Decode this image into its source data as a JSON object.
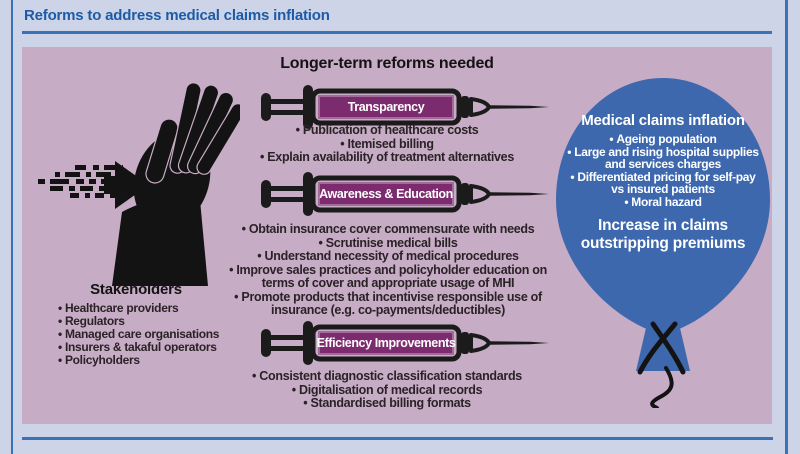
{
  "title": "Reforms to address medical claims inflation",
  "stakeholders": {
    "heading": "Stakeholders",
    "items": [
      "Healthcare providers",
      "Regulators",
      "Managed care organisations",
      "Insurers & takaful operators",
      "Policyholders"
    ]
  },
  "reforms": {
    "heading": "Longer-term reforms needed",
    "sections": [
      {
        "label": "Transparency",
        "bullets": [
          "Publication of healthcare costs",
          "Itemised billing",
          "Explain availability of treatment alternatives"
        ]
      },
      {
        "label": "Awareness & Education",
        "bullets": [
          "Obtain insurance cover commensurate with needs",
          "Scrutinise medical bills",
          "Understand necessity of medical procedures",
          "Improve sales practices and policyholder education on terms of cover and appropriate usage of MHI",
          "Promote products that incentivise responsible use of insurance (e.g. co-payments/deductibles)"
        ]
      },
      {
        "label": "Efficiency Improvements",
        "bullets": [
          "Consistent diagnostic classification standards",
          "Digitalisation of medical records",
          "Standardised billing formats"
        ]
      }
    ]
  },
  "balloon": {
    "heading": "Medical claims inflation",
    "bullets": [
      "Ageing population",
      "Large and rising hospital supplies and services charges",
      "Differentiated pricing for self-pay vs insured patients",
      "Moral hazard"
    ],
    "footer": "Increase in claims outstripping premiums"
  },
  "colors": {
    "background": "#cdd4e7",
    "panel_pink": "#c6acc4",
    "title_blue": "#1d5ba7",
    "rule_blue": "#3a72b8",
    "label_purple": "#7c2b6e",
    "label_border": "#a36b9c",
    "balloon_blue": "#3d68ae",
    "ink": "#141314",
    "text": "#2a2226",
    "white": "#ffffff"
  }
}
